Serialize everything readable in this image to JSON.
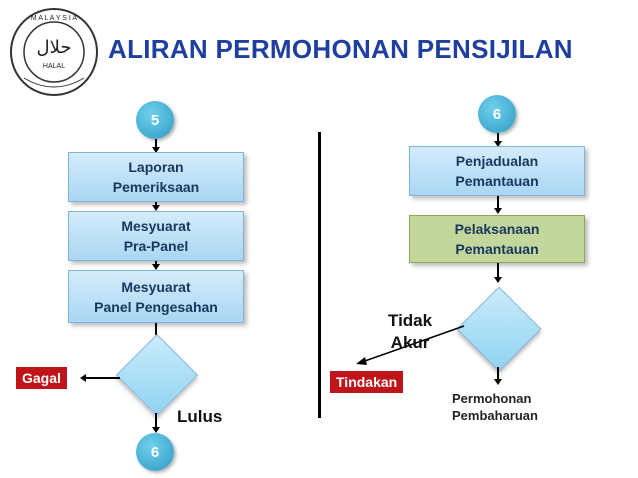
{
  "title": "ALIRAN PERMOHONAN PENSIJILAN",
  "logo": {
    "arabic": "حلال",
    "latin": "HALAL",
    "ring": "M A L A Y S I A"
  },
  "left": {
    "step_number": "5",
    "boxes": [
      {
        "line1": "Laporan",
        "line2": "Pemeriksaan"
      },
      {
        "line1": "Mesyuarat",
        "line2": "Pra-Panel"
      },
      {
        "line1": "Mesyuarat",
        "line2": "Panel Pengesahan"
      }
    ],
    "fail_label": "Gagal",
    "pass_label": "Lulus",
    "next_step_number": "6"
  },
  "right": {
    "step_number": "6",
    "boxes": [
      {
        "line1": "Penjadualan",
        "line2": "Pemantauan"
      },
      {
        "line1": "Pelaksanaan",
        "line2": "Pemantauan"
      }
    ],
    "no_comply_line1": "Tidak",
    "no_comply_line2": "Akur",
    "action_label": "Tindakan",
    "renewal_line1": "Permohonan",
    "renewal_line2": "Pembaharuan"
  },
  "colors": {
    "title": "#1f3fa0",
    "red": "#c0141b",
    "green_box": "#c3d69b",
    "blue_box": "#a9d6f3"
  }
}
